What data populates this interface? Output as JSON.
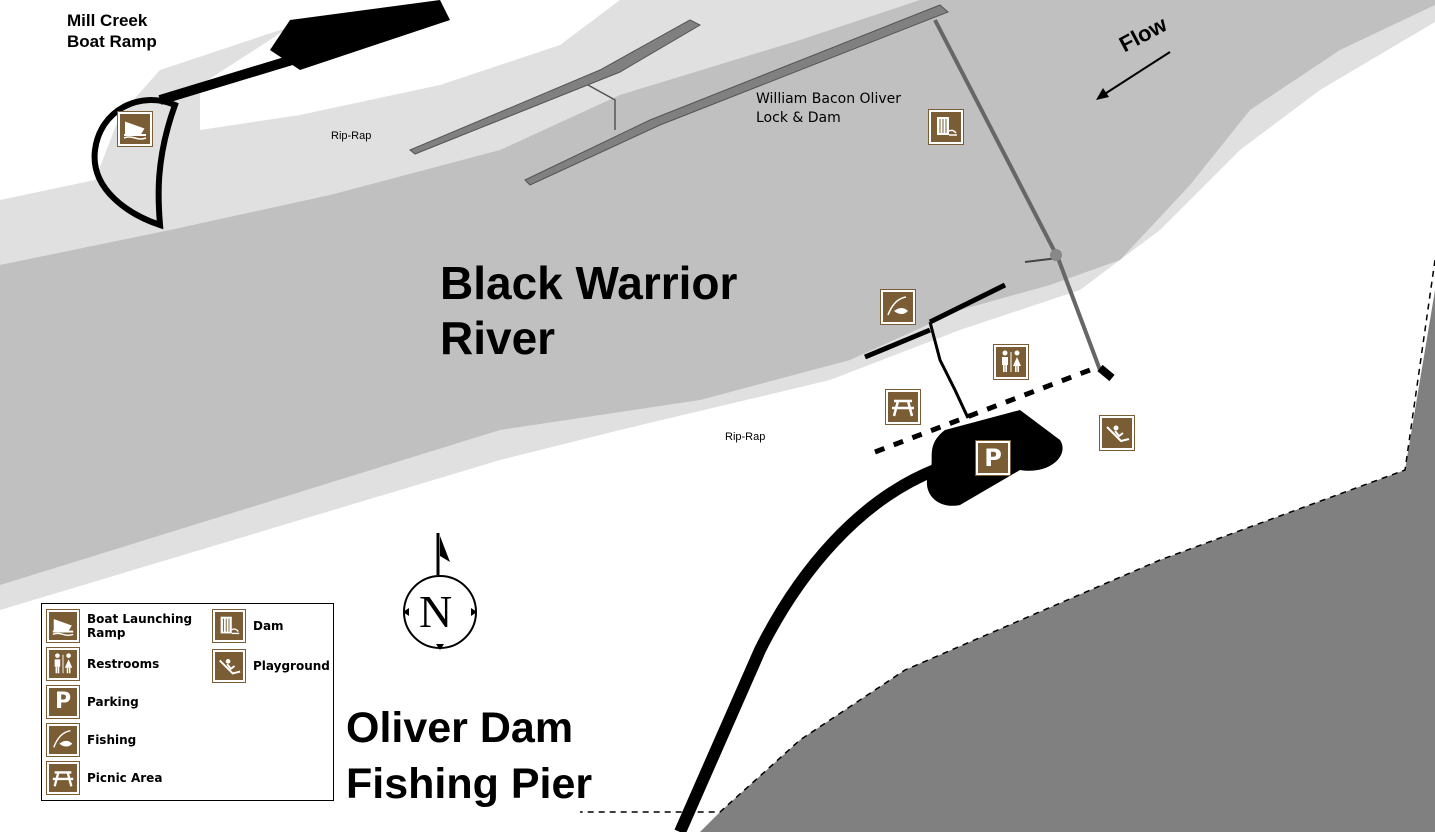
{
  "map": {
    "title_line1": "Oliver Dam",
    "title_line2": "Fishing Pier",
    "river_line1": "Black Warrior",
    "river_line2": "River",
    "boat_ramp_line1": "Mill Creek",
    "boat_ramp_line2": "Boat Ramp",
    "dam_line1": "William Bacon Oliver",
    "dam_line2": "Lock & Dam",
    "riprap_upper": "Rip-Rap",
    "riprap_lower": "Rip-Rap",
    "flow": "Flow",
    "north": "N",
    "icon_color": "#7a5c35",
    "water_color": "#c0c0c0",
    "shore_color": "#e0e0e0",
    "land_dark_color": "#808080"
  },
  "legend": {
    "items": [
      {
        "label": "Boat Launching Ramp",
        "icon": "boat-ramp-icon"
      },
      {
        "label": "Restrooms",
        "icon": "restrooms-icon"
      },
      {
        "label": "Parking",
        "icon": "parking-icon",
        "symbol": "P"
      },
      {
        "label": "Fishing",
        "icon": "fishing-icon"
      },
      {
        "label": "Picnic Area",
        "icon": "picnic-icon"
      },
      {
        "label": "Dam",
        "icon": "dam-icon"
      },
      {
        "label": "Playground",
        "icon": "playground-icon"
      }
    ]
  }
}
